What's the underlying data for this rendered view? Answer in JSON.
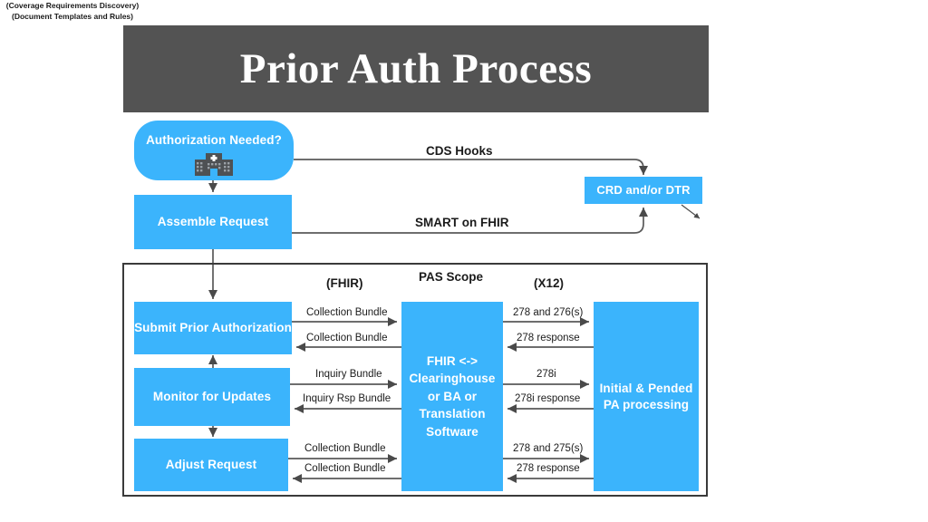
{
  "title": "Prior Auth Process",
  "nodes": {
    "auth_needed": "Authorization Needed?",
    "assemble_request": "Assemble Request",
    "crd_dtr": "CRD and/or DTR",
    "submit_prior_authorization": "Submit Prior Authorization",
    "monitor_for_updates": "Monitor for Updates",
    "adjust_request": "Adjust Request",
    "translation_software": "FHIR <-> Clearinghouse or BA or Translation Software",
    "pa_processing": "Initial & Pended PA processing"
  },
  "labels": {
    "cds_hooks": "CDS Hooks",
    "smart_on_fhir": "SMART on FHIR",
    "fhir_column": "(FHIR)",
    "pas_scope": "PAS Scope",
    "x12_column": "(X12)",
    "crd_note_line1": "(Coverage Requirements Discovery)",
    "crd_note_line2": "(Document Templates and Rules)"
  },
  "fhir_messages": {
    "submit_out": "Collection Bundle",
    "submit_in": "Collection Bundle",
    "monitor_out": "Inquiry Bundle",
    "monitor_in": "Inquiry Rsp Bundle",
    "adjust_out": "Collection Bundle",
    "adjust_in": "Collection Bundle"
  },
  "x12_messages": {
    "submit_out": "278 and 276(s)",
    "submit_in": "278 response",
    "monitor_out": "278i",
    "monitor_in": "278i response",
    "adjust_out": "278 and 275(s)",
    "adjust_in": "278 response"
  },
  "colors": {
    "accent_blue": "#3BB4FC",
    "banner_gray": "#535353",
    "line_gray": "#5a5a5a",
    "text_dark": "#1b1b1b"
  },
  "icons": {
    "hospital": "hospital-icon"
  }
}
